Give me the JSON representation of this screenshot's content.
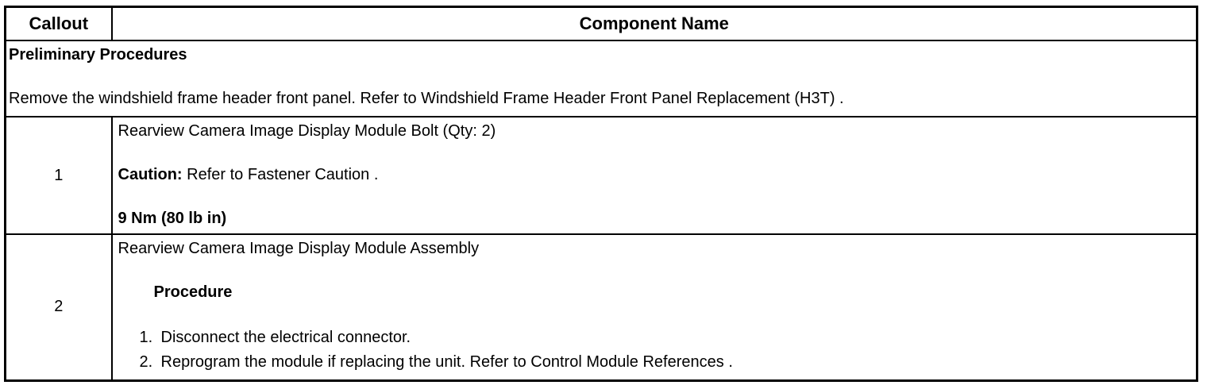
{
  "table": {
    "header": {
      "callout_label": "Callout",
      "component_label": "Component Name"
    },
    "preliminary": {
      "title": "Preliminary Procedures",
      "instruction": "Remove the windshield frame header front panel. Refer to Windshield Frame Header Front Panel Replacement (H3T) ."
    },
    "rows": [
      {
        "callout": "1",
        "component_name": "Rearview Camera Image Display Module Bolt (Qty: 2)",
        "caution_label": "Caution:",
        "caution_text": " Refer to Fastener Caution .",
        "torque_spec": "9 Nm (80 lb in)"
      },
      {
        "callout": "2",
        "component_name": "Rearview Camera Image Display Module Assembly",
        "procedure_label": "Procedure",
        "steps": [
          {
            "num": "1.",
            "text": "Disconnect the electrical connector."
          },
          {
            "num": "2.",
            "text": "Reprogram the module if replacing the unit. Refer to Control Module References ."
          }
        ]
      }
    ]
  },
  "colors": {
    "text": "#000000",
    "border": "#000000",
    "background": "#ffffff"
  }
}
